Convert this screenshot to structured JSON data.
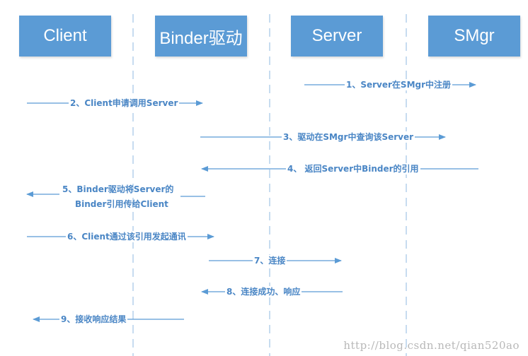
{
  "actors": {
    "client": "Client",
    "binder": "Binder驱动",
    "server": "Server",
    "smgr": "SMgr"
  },
  "messages": {
    "m1": "1、Server在SMgr中注册",
    "m2": "2、Client申请调用Server",
    "m3": "3、驱动在SMgr中查询该Server",
    "m4": "4、 返回Server中Binder的引用",
    "m5_line1": "5、Binder驱动将Server的",
    "m5_line2": "Binder引用传给Client",
    "m6": "6、Client通过该引用发起通讯",
    "m7": "7、连接",
    "m8": "8、连接成功、响应",
    "m9": "9、接收响应结果"
  },
  "watermark": "http://blog.csdn.net/qian520ao",
  "colors": {
    "actor_fill": "#5b9bd5",
    "arrow": "#5b9bd5",
    "lifeline": "#8fb8e0",
    "label": "#4a86c5"
  }
}
